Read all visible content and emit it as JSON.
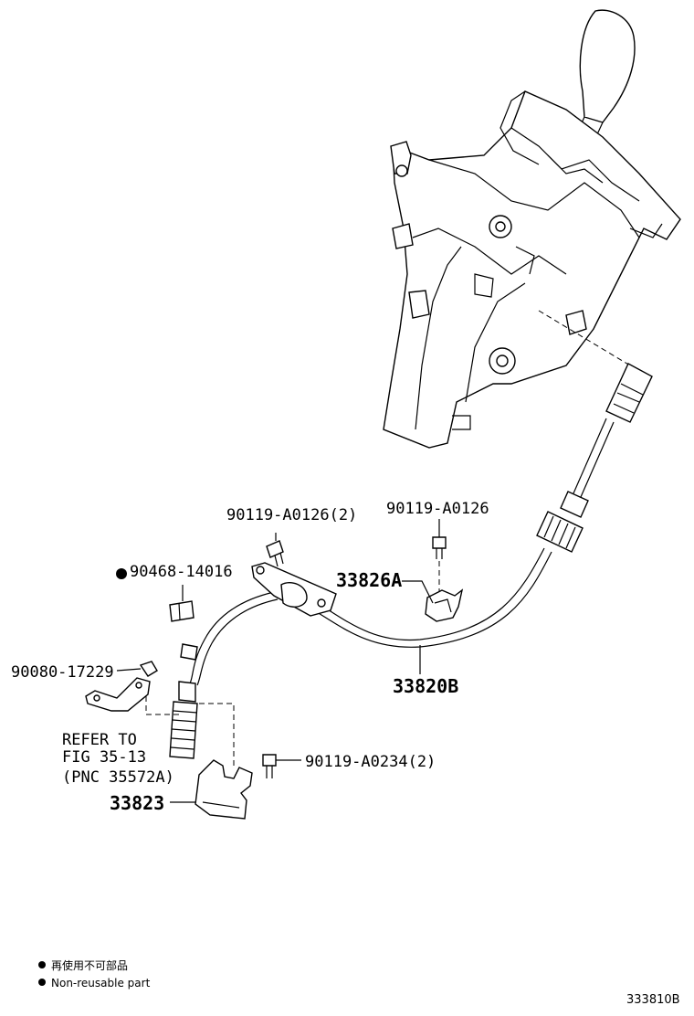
{
  "callouts": {
    "bolt_top_left": "90119-A0126(2)",
    "bolt_top_right": "90119-A0126",
    "bushing": "90468-14016",
    "clip_33826a": "33826A",
    "nut": "90080-17229",
    "cable": "33820B",
    "bolt_bottom": "90119-A0234(2)",
    "bracket": "33823",
    "refer_line1": "REFER TO",
    "refer_line2": "FIG 35-13",
    "refer_line3": "(PNC 35572A)"
  },
  "legend": {
    "line_jp": "再使用不可部品",
    "line_en": "Non-reusable part"
  },
  "figure_number": "333810B"
}
